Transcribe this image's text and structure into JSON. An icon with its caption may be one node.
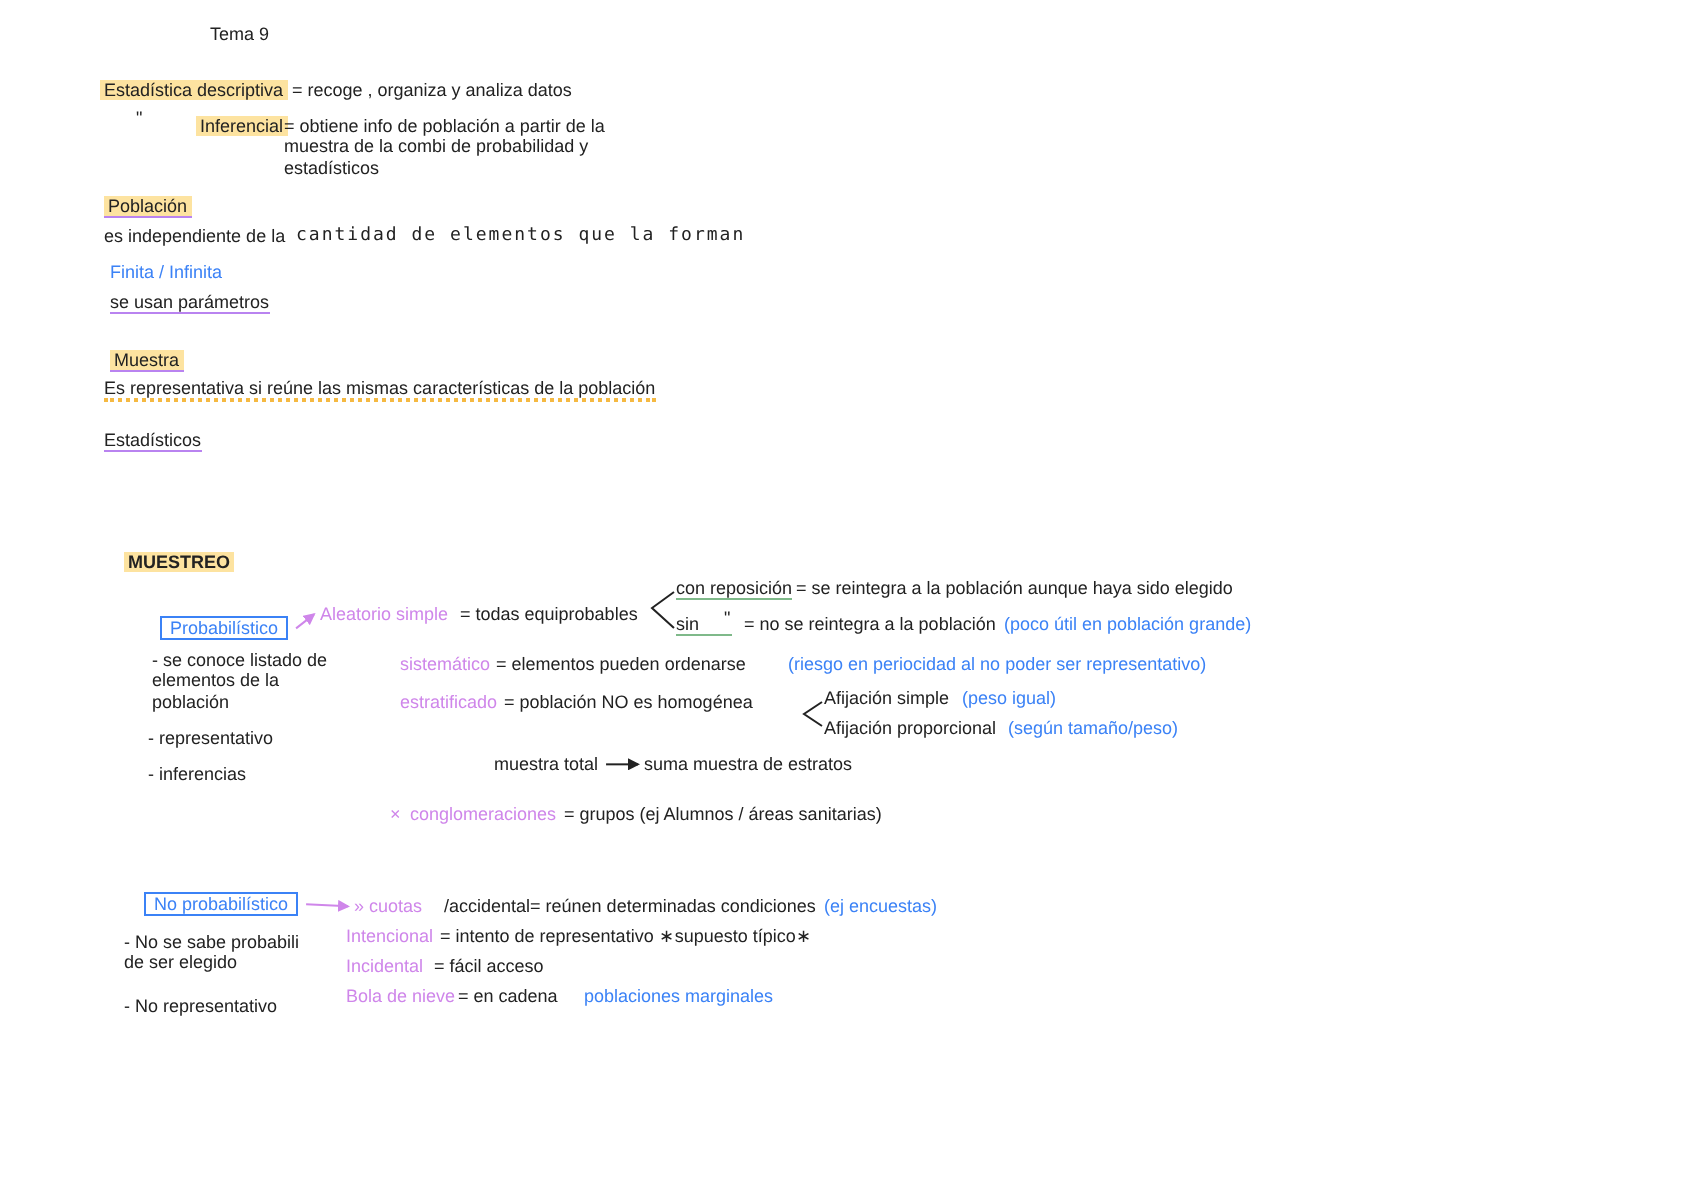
{
  "diagram": {
    "nodes": [
      {
        "text": [
          "Probabilístico"
        ]
      },
      {
        "text": [
          "Aleatorio simple"
        ]
      },
      {
        "text": [
          "muestra total"
        ]
      },
      {
        "text": [
          "suma muestra de estratos"
        ]
      },
      {
        "text": [
          "No probabilístico"
        ]
      },
      {
        "text": [
          "» cuotas"
        ]
      }
    ],
    "edges": [
      {
        "from": 0,
        "to": 1,
        "arrow": "to"
      },
      {
        "from": 2,
        "to": 3,
        "arrow": "to",
        "color": "#222222"
      },
      {
        "from": 4,
        "to": 5,
        "arrow": "to"
      }
    ],
    "labels": [
      "Tema 9",
      "Estadística descriptiva",
      "= recoge , organiza y analiza datos",
      "\"",
      "Inferencial",
      "= obtiene info de población a partir de la muestra de la combi de probabilidad y estadísticos",
      "Población",
      "es independiente de la",
      "cantidad de elementos que la forman",
      "Finita / Infinita",
      "se usan parámetros",
      "Muestra",
      "Es representativa si reúne las mismas características de la población",
      "Estadísticos",
      "MUESTREO",
      "= todas equiprobables",
      "con reposición",
      "= se reintegra a la población aunque haya sido elegido",
      "sin",
      "\"",
      "= no se reintegra a la población",
      "(poco útil en población grande)",
      "- se conoce listado de elementos de la población",
      "sistemático",
      "= elementos pueden ordenarse",
      "(riesgo en periocidad al no poder ser representativo)",
      "estratificado",
      "= población NO es homogénea",
      "Afijación simple",
      "(peso igual)",
      "Afijación proporcional",
      "(según tamaño/peso)",
      "- representativo",
      "- inferencias",
      "×",
      "conglomeraciones",
      "= grupos (ej Alumnos / áreas sanitarias)",
      "/accidental= reúnen determinadas condiciones",
      "(ej encuestas)",
      "Intencional",
      "= intento de representativo ∗supuesto típico∗",
      "- No se sabe probabili de ser elegido",
      "Incidental",
      "= fácil acceso",
      "Bola de nieve",
      "= en cadena",
      "poblaciones marginales",
      "- No representativo"
    ]
  }
}
